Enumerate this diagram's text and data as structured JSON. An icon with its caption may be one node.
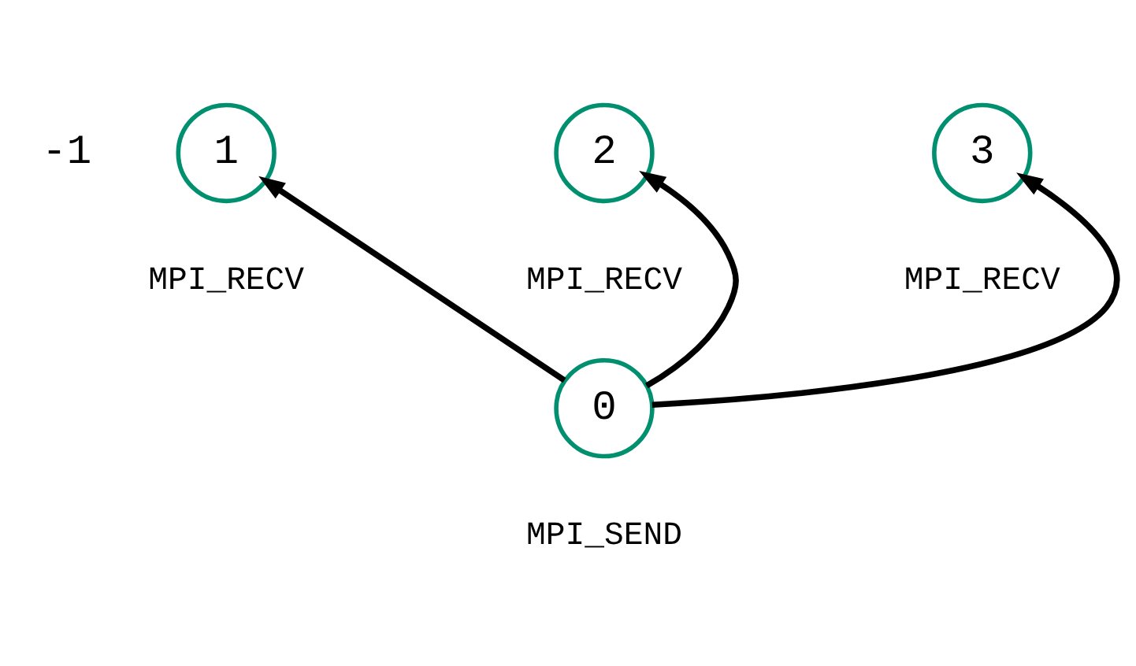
{
  "diagram": {
    "nodes": [
      {
        "text": [
          "1"
        ],
        "beside": [
          "MPI_RECV"
        ]
      },
      {
        "text": [
          "2"
        ],
        "beside": [
          "MPI_RECV"
        ]
      },
      {
        "text": [
          "3"
        ],
        "beside": [
          "MPI_RECV"
        ]
      },
      {
        "text": [
          "0"
        ],
        "beside": [
          "MPI_SEND"
        ]
      }
    ],
    "edges": [
      {
        "from": 3,
        "to": 0,
        "arrow": "to"
      },
      {
        "from": 3,
        "to": 1,
        "arrow": "to"
      },
      {
        "from": 3,
        "to": 2,
        "arrow": "to"
      }
    ],
    "labels": [
      "-1"
    ]
  }
}
